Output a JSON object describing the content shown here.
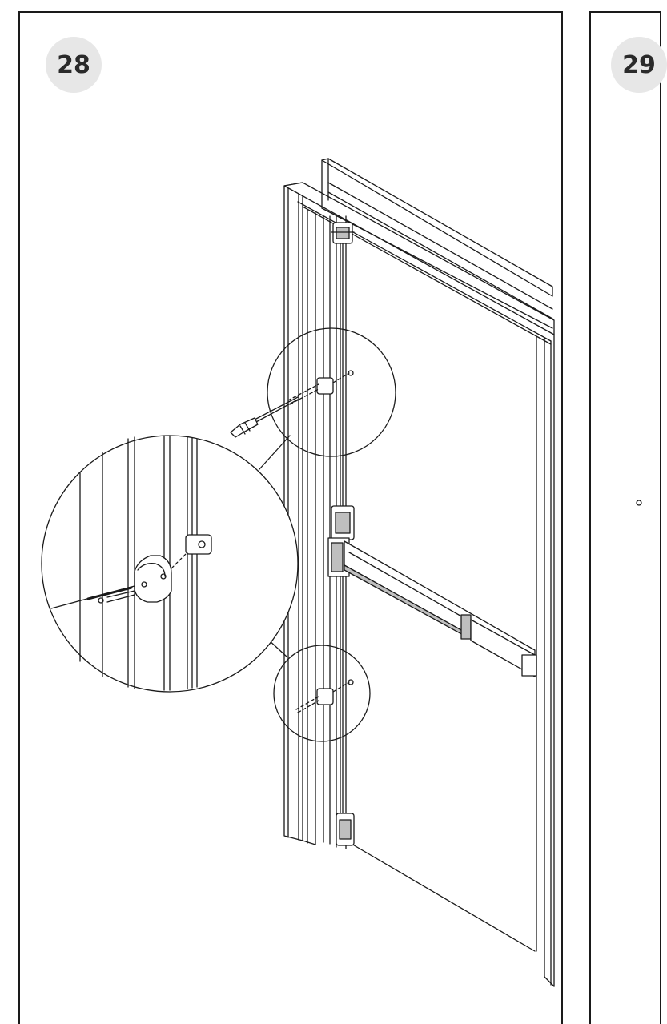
{
  "steps": [
    {
      "number": "28"
    },
    {
      "number": "29"
    }
  ],
  "colors": {
    "line": "#1a1a1a",
    "badge": "#e7e7e7",
    "badge_text": "#2a2a2a",
    "shade": "#bfbfbf"
  },
  "icons": {
    "tool": "screwdriver-icon",
    "detail": "magnifier-callout"
  }
}
